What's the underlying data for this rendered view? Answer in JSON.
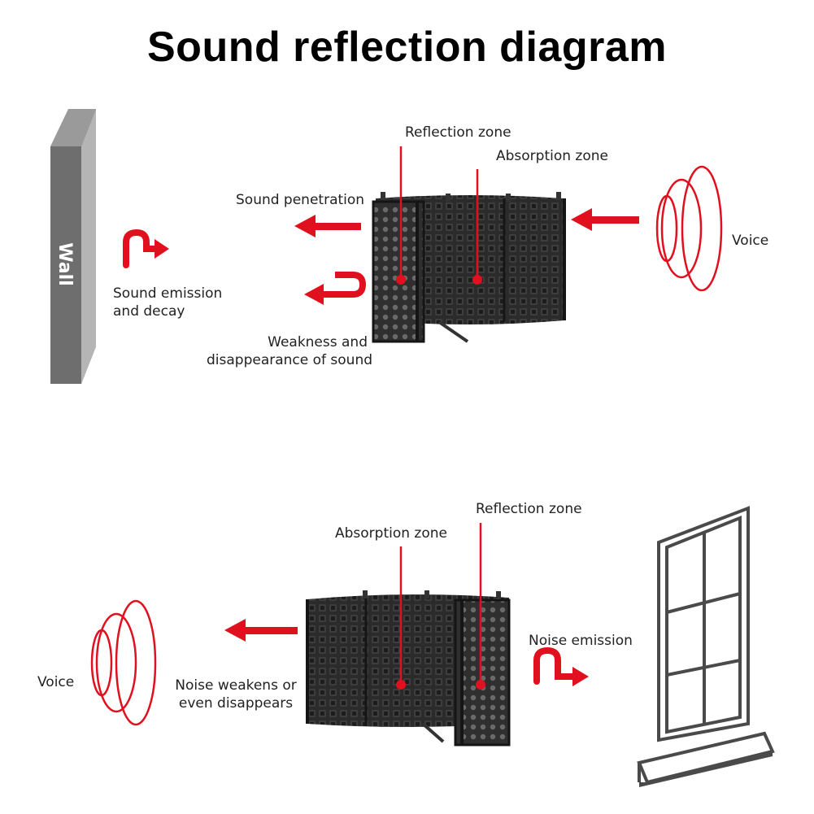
{
  "title": "Sound reflection diagram",
  "top_diagram": {
    "wall_label": "Wall",
    "sound_emission": [
      "Sound emission",
      "and decay"
    ],
    "sound_penetration": "Sound penetration",
    "weakness": [
      "Weakness and",
      "disappearance of sound"
    ],
    "reflection_zone": "Reflection zone",
    "absorption_zone": "Absorption zone",
    "voice": "Voice"
  },
  "bottom_diagram": {
    "absorption_zone": "Absorption zone",
    "reflection_zone": "Reflection zone",
    "noise_weakens": [
      "Noise weakens or",
      "even disappears"
    ],
    "noise_emission": "Noise emission",
    "voice": "Voice"
  },
  "colors": {
    "arrow_red": "#e0101e",
    "wall_gray": "#6e6e6e",
    "foam_dark": "#2a2a2a",
    "window_gray": "#555555"
  },
  "icons": [
    "wall-icon",
    "reflection-filter-icon",
    "sound-wave-icon",
    "arrow-left-icon",
    "u-turn-arrow-icon",
    "window-icon"
  ]
}
